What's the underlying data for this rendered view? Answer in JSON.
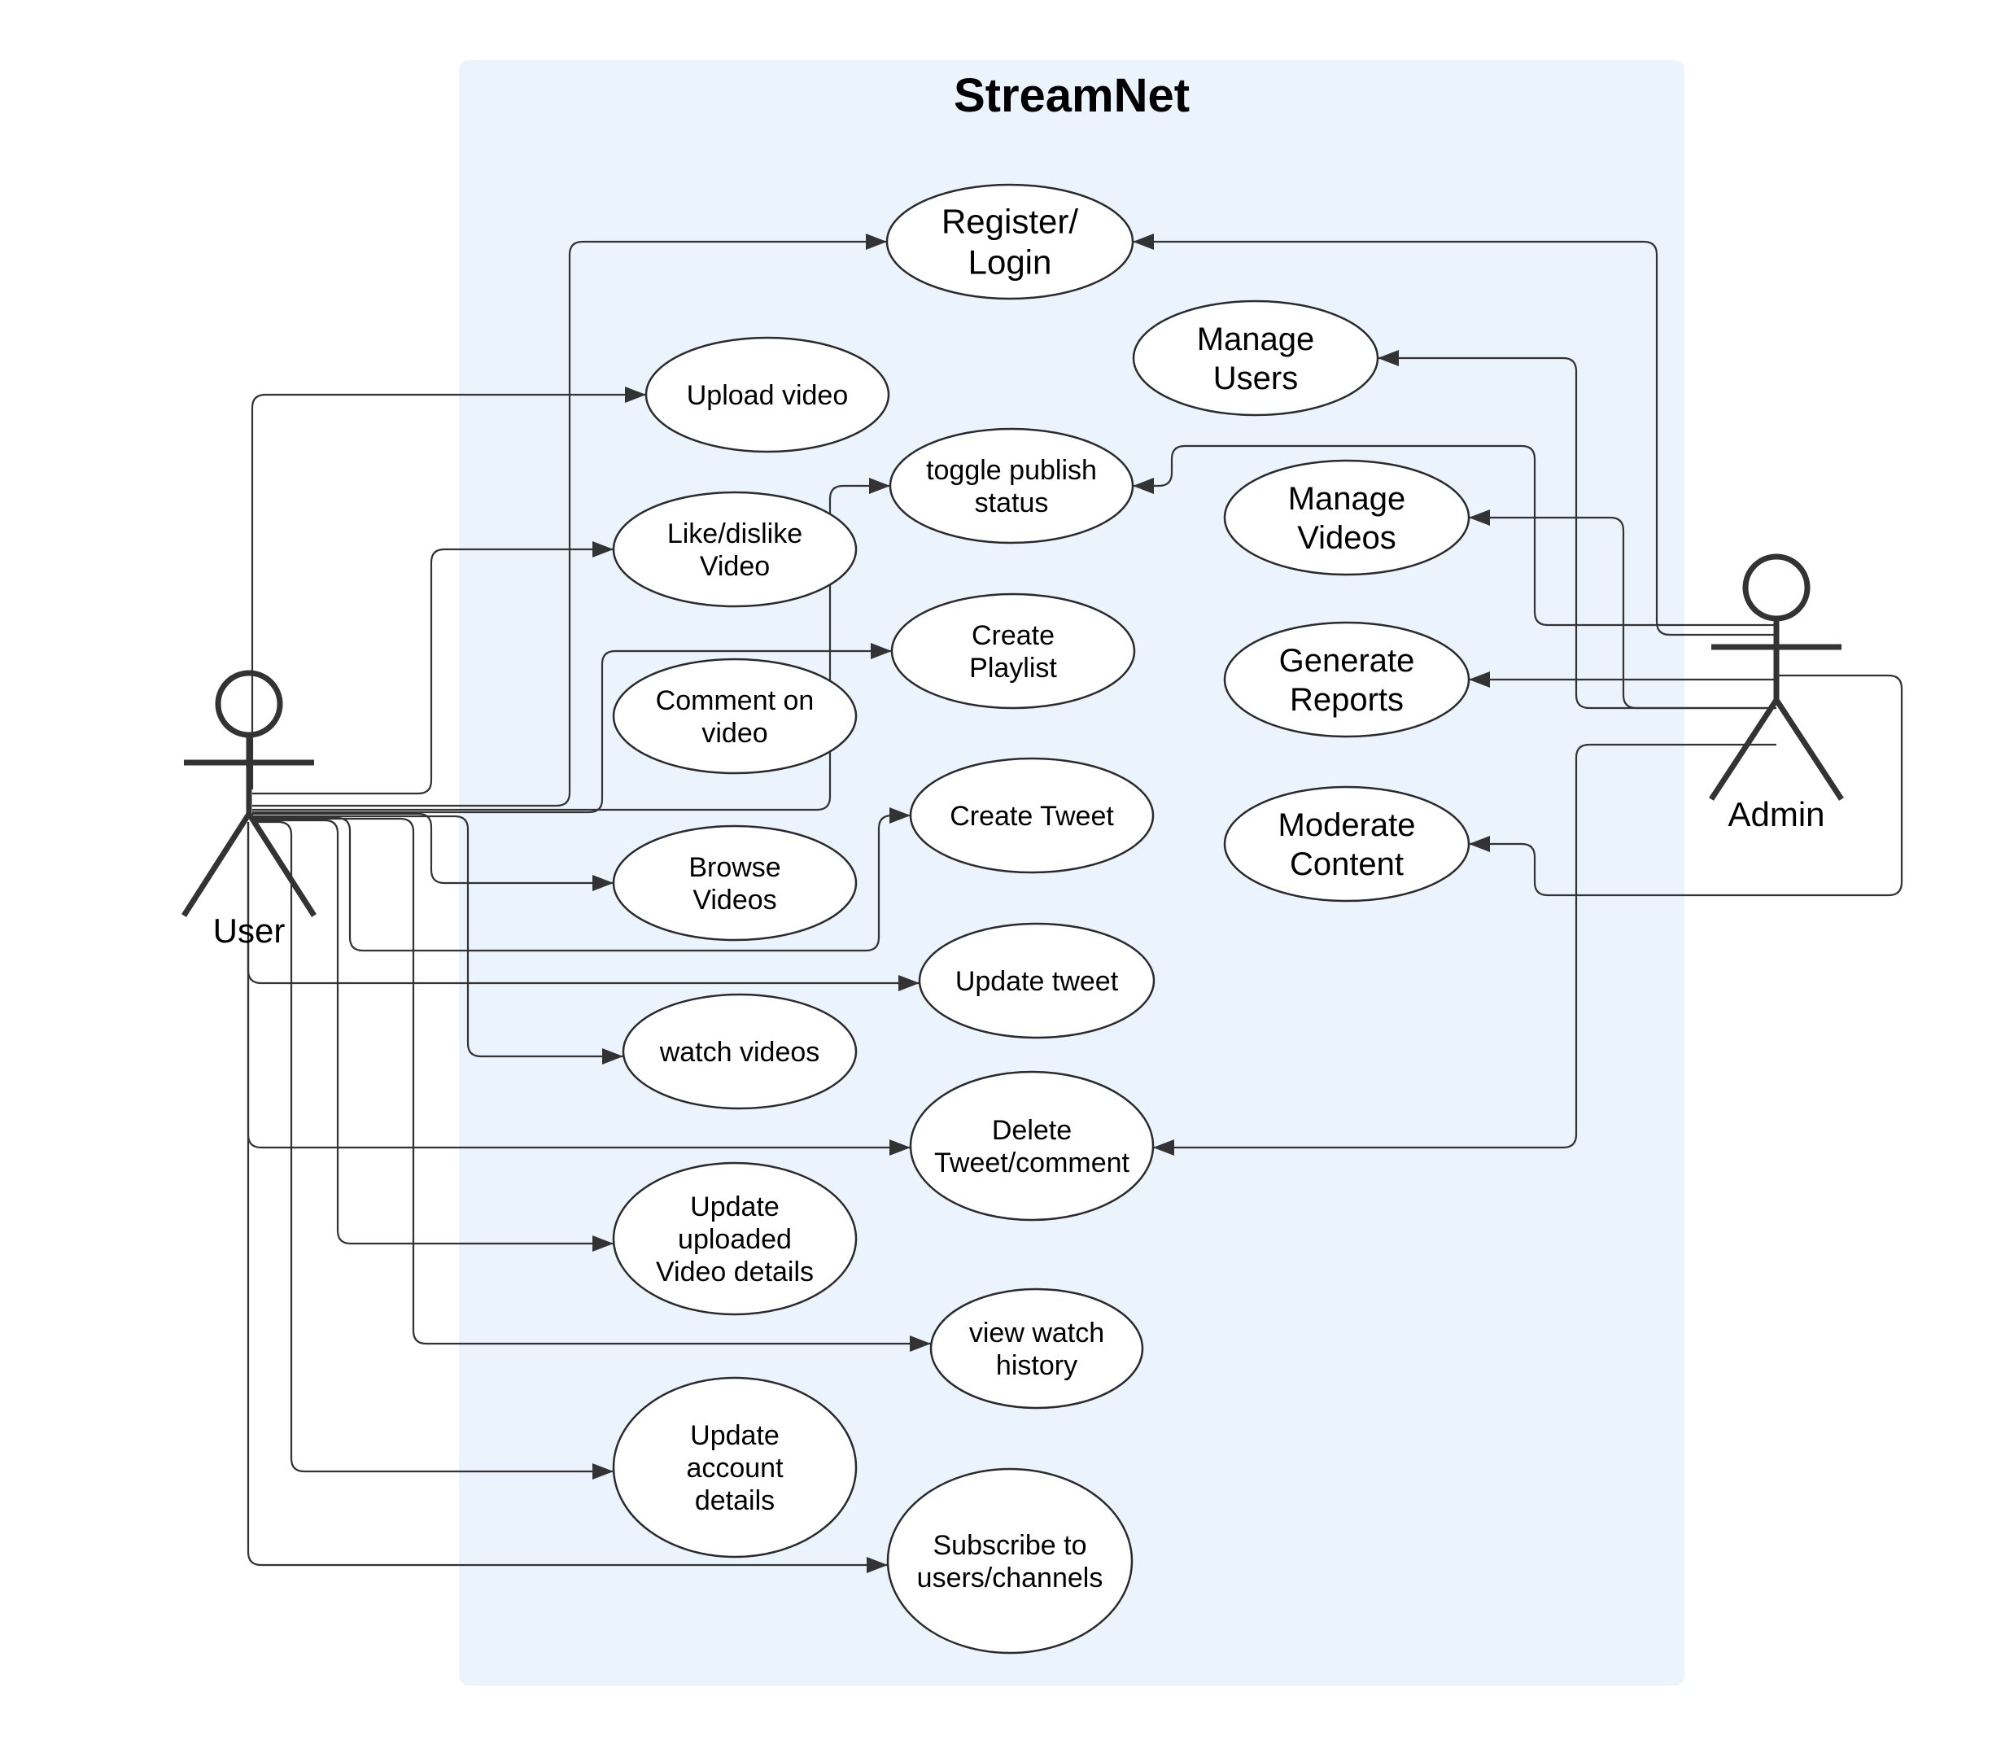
{
  "diagram": {
    "system_name": "StreamNet",
    "actors": {
      "user": "User",
      "admin": "Admin"
    },
    "use_cases": {
      "register_login": [
        "Register/",
        "Login"
      ],
      "upload_video": [
        "Upload video"
      ],
      "like_dislike": [
        "Like/dislike",
        "Video"
      ],
      "toggle_publish": [
        "toggle publish",
        "status"
      ],
      "comment_video": [
        "Comment on",
        "video"
      ],
      "create_playlist": [
        "Create",
        "Playlist"
      ],
      "create_tweet": [
        "Create Tweet"
      ],
      "browse_videos": [
        "Browse",
        "Videos"
      ],
      "update_tweet": [
        "Update tweet"
      ],
      "watch_videos": [
        "watch videos"
      ],
      "delete_tweet_comment": [
        "Delete",
        "Tweet/comment"
      ],
      "update_video_details": [
        "Update",
        "uploaded",
        "Video details"
      ],
      "view_watch_history": [
        "view watch",
        "history"
      ],
      "update_account": [
        "Update",
        "account",
        "details"
      ],
      "subscribe": [
        "Subscribe to",
        "users/channels"
      ],
      "manage_users": [
        "Manage",
        "Users"
      ],
      "manage_videos": [
        "Manage",
        "Videos"
      ],
      "generate_reports": [
        "Generate",
        "Reports"
      ],
      "moderate_content": [
        "Moderate",
        "Content"
      ]
    }
  }
}
